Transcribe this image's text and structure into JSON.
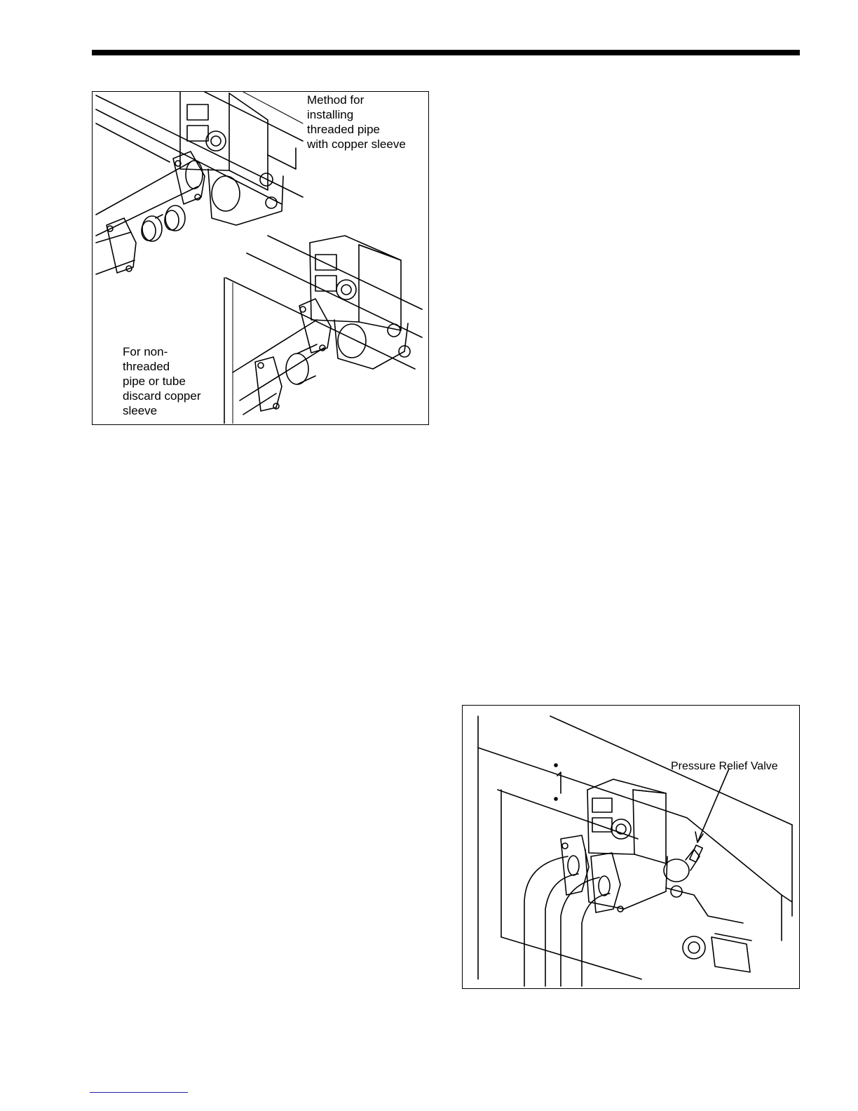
{
  "figure1": {
    "caption_threaded": [
      "Method for",
      "installing",
      "threaded pipe",
      "with copper sleeve"
    ],
    "caption_nonthreaded": [
      "For non-",
      "threaded",
      "pipe or tube",
      "discard copper",
      "sleeve"
    ]
  },
  "figure2": {
    "label": "Pressure Relief Valve"
  }
}
